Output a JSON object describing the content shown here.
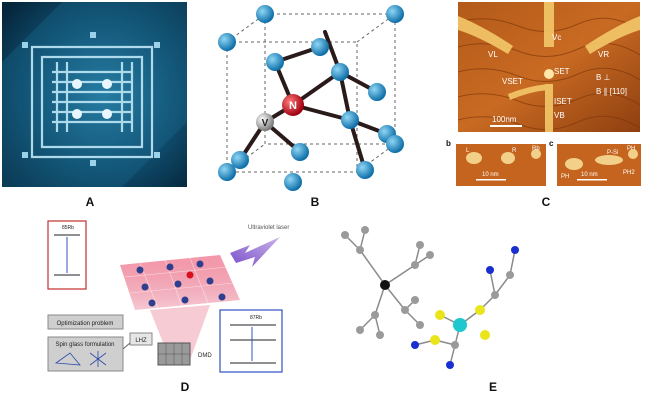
{
  "panel_labels": {
    "a": "A",
    "b": "B",
    "c": "C",
    "d": "D",
    "e": "E"
  },
  "panel_b": {
    "atom_label_n": "N",
    "atom_label_v": "V"
  },
  "panel_c": {
    "vc": "Vc",
    "vl": "VL",
    "vr": "VR",
    "vset": "VSET",
    "vb": "VB",
    "set": "SET",
    "iset": "ISET",
    "b_perp": "B ⊥",
    "b_par": "B ∥ [110]",
    "scale_main": "100nm",
    "sub_b": "b",
    "sub_c": "c",
    "scale_b": "10 nm",
    "scale_c": "10 nm",
    "l": "L",
    "rc": "R",
    "rb": "Rb",
    "psi": "P-Si",
    "ph": "PH",
    "ph2": "PH2"
  },
  "panel_d": {
    "ultraviolet": "Ultraviolet laser",
    "optimization": "Optimization problem",
    "spin_glass": "Spin glass formulation",
    "lhz": "LHZ",
    "dmd": "DMD",
    "rb85": "85Rb",
    "rb87": "87Rb"
  },
  "colors": {
    "chip_bg": "#0b3a55",
    "atom_cyan": "#1e9ad3",
    "atom_red": "#d8101c",
    "stm_orange": "#c8601a",
    "laser_pink": "#e8627a",
    "molecule_yellow": "#e9e51a",
    "molecule_blue": "#1a2fd0"
  }
}
